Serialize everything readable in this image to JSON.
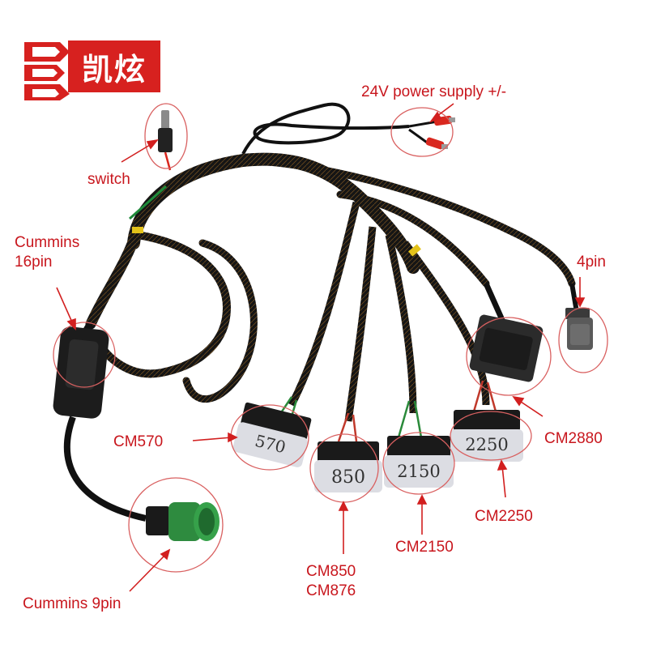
{
  "brand": {
    "logo_text": "凯炫",
    "color": "#d7211f"
  },
  "annotation_color": "#c8161d",
  "labels": {
    "power": "24V power supply +/-",
    "switch": "switch",
    "cummins16_line1": "Cummins",
    "cummins16_line2": "16pin",
    "four_pin": "4pin",
    "cm570": "CM570",
    "cm2880": "CM2880",
    "cm2250": "CM2250",
    "cm2150": "CM2150",
    "cm850_line1": "CM850",
    "cm850_line2": "CM876",
    "cummins9": "Cummins 9pin"
  },
  "connector_markings": {
    "c570": "570",
    "c850": "850",
    "c2150": "2150",
    "c2250": "2250"
  }
}
